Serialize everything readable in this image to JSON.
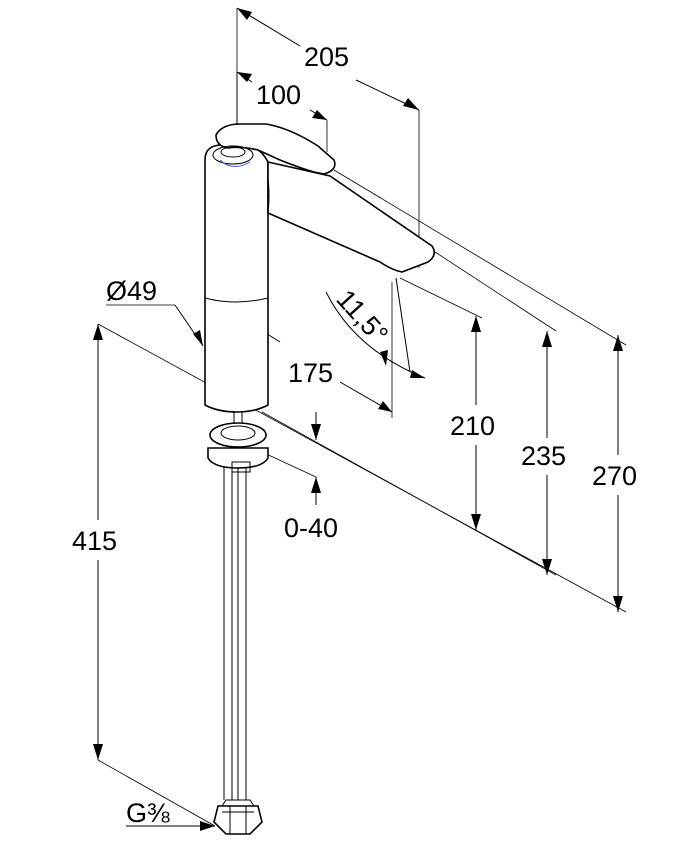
{
  "dimensions": {
    "d205": "205",
    "d100": "100",
    "d49": "Ø49",
    "d11_5": "11,5°",
    "d175": "175",
    "d210": "210",
    "d235": "235",
    "d270": "270",
    "d415": "415",
    "d0_40": "0-40",
    "thread": "G⅜"
  },
  "colors": {
    "line": "#000000",
    "accent_circle": "#3b5bd9"
  }
}
